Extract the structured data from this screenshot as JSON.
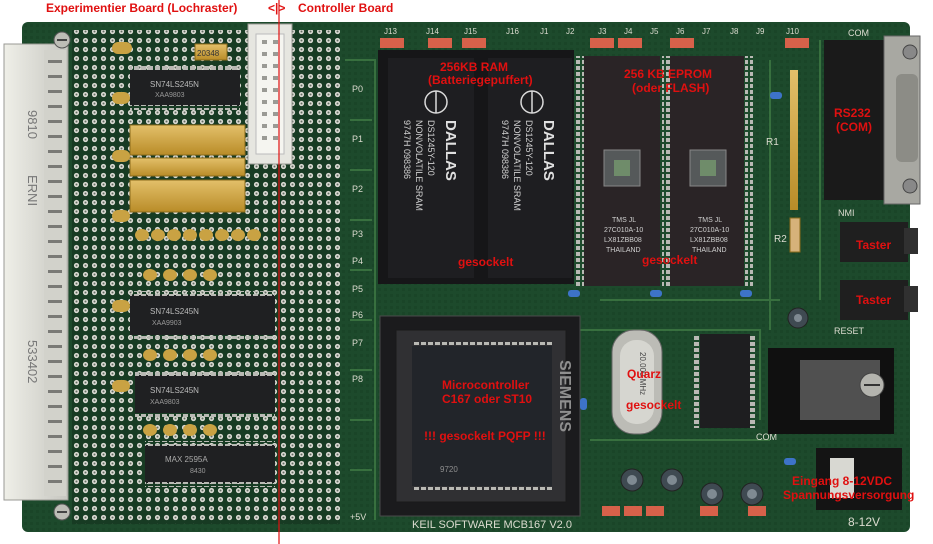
{
  "labels": {
    "header_left": "Experimentier Board (Lochraster)",
    "header_sep": "<|>",
    "header_right": "Controller Board",
    "ram_title": "256KB RAM",
    "ram_sub": "(Batteriegepuffert)",
    "eprom_title": "256 KB EPROM",
    "eprom_sub": "(oder FLASH)",
    "rs232": "RS232",
    "rs232_sub": "(COM)",
    "taster1": "Taster",
    "taster2": "Taster",
    "socket_ram": "gesockelt",
    "socket_eprom": "gesockelt",
    "mcu_title": "Microcontroller",
    "mcu_sub": "C167 oder ST10",
    "mcu_socket": "!!! gesockelt PQFP !!!",
    "quarz": "Quarz",
    "quarz_sub": "gesockelt",
    "power_title": "Eingang 8-12VDC",
    "power_sub": "Spannungsversorgung"
  },
  "board_print": {
    "com": "COM",
    "nmi": "NMI",
    "reset": "RESET",
    "brand": "KEIL SOFTWARE MCB167 V2.0",
    "voltage": "8-12V",
    "plus5v": "+5V",
    "edge": "ERNI",
    "edge_code": "9810",
    "edge_number": "533402",
    "r1": "R1",
    "r2": "R2",
    "com2": "COM",
    "jumpers": [
      "J13",
      "J14",
      "J15",
      "J16",
      "J1",
      "J2",
      "J3",
      "J4",
      "J5",
      "J6",
      "J7",
      "J8",
      "J9",
      "J10"
    ],
    "ports": [
      "P0",
      "P1",
      "P2",
      "P3",
      "P4",
      "P5",
      "P6",
      "P7",
      "P8"
    ]
  },
  "chips": {
    "ram1": [
      "DALLAS",
      "DS1245Y-120",
      "NONVOLATILE SRAM",
      "9747H 098386"
    ],
    "ram2": [
      "DALLAS",
      "DS1245Y-120",
      "NONVOLATILE SRAM",
      "9747H 098386"
    ],
    "eprom1": [
      "TMS JL",
      "27C010A-10",
      "LX81ZBB08",
      "THAILAND"
    ],
    "eprom2": [
      "TMS JL",
      "27C010A-10",
      "LX81ZBB08",
      "THAILAND"
    ],
    "mcu": "SIEMENS",
    "mcu_code": "9720",
    "logic1": "SN74LS245N",
    "logic1_code": "XAA9803",
    "logic2": "SN74LS245N",
    "logic2_code": "XAA9903",
    "logic3": "SN74LS245N",
    "logic3_code": "XAA9803",
    "logic4": "MAX 2595A",
    "logic4_code": "8430",
    "xtal": "20.000 MHz",
    "resnet": "20348"
  },
  "colors": {
    "pcb": "#1d4a2c",
    "pcb_dark": "#0f2a18",
    "trace": "#3f7a44",
    "label": "#e01010",
    "chip": "#1b1b1f",
    "gold": "#c79a2e",
    "edge": "#d6d6d0"
  }
}
